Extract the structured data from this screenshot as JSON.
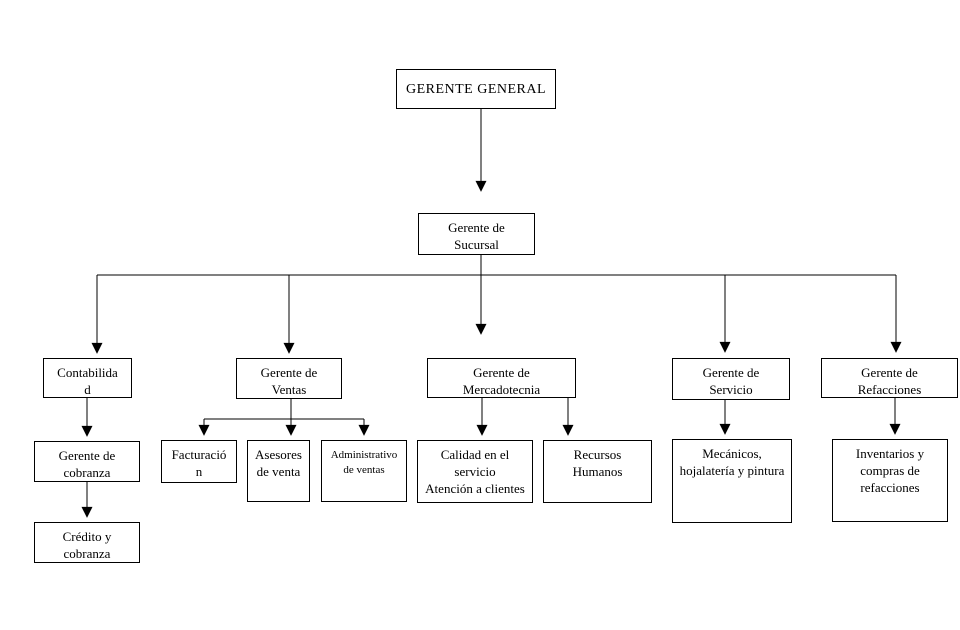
{
  "diagram": {
    "type": "org-chart",
    "language": "es",
    "colors": {
      "background": "#ffffff",
      "line": "#000000",
      "box_border": "#000000",
      "box_fill": "#ffffff",
      "text": "#000000"
    },
    "nodes": {
      "gerente_general": {
        "label": "GERENTE GENERAL"
      },
      "gerente_sucursal": {
        "label": "Gerente de\nSucursal"
      },
      "contabilidad": {
        "label": "Contabilida\nd"
      },
      "gerente_ventas": {
        "label": "Gerente de\nVentas"
      },
      "gerente_mercadotecnia": {
        "label": "Gerente de\nMercadotecnia"
      },
      "gerente_servicio": {
        "label": "Gerente de\nServicio"
      },
      "gerente_refacciones": {
        "label": "Gerente de\nRefacciones"
      },
      "gerente_cobranza": {
        "label": "Gerente de\ncobranza"
      },
      "credito_cobranza": {
        "label": "Crédito y\ncobranza"
      },
      "facturacion": {
        "label": "Facturació\nn"
      },
      "asesores_venta": {
        "label": "Asesores\nde venta"
      },
      "administrativo_ventas": {
        "label": "Administrativo\nde ventas"
      },
      "calidad_servicio": {
        "label": "Calidad en el\nservicio\nAtención a clientes"
      },
      "recursos_humanos": {
        "label": "Recursos\nHumanos"
      },
      "mecanicos": {
        "label": "Mecánicos,\nhojalatería y pintura"
      },
      "inventarios": {
        "label": "Inventarios y\ncompras de\nrefacciones"
      }
    },
    "hierarchy": [
      {
        "parent": "GERENTE GENERAL",
        "children": [
          "Gerente de Sucursal"
        ]
      },
      {
        "parent": "Gerente de Sucursal",
        "children": [
          "Contabilidad",
          "Gerente de Ventas",
          "Gerente de Mercadotecnia",
          "Gerente de Servicio",
          "Gerente de Refacciones"
        ]
      },
      {
        "parent": "Contabilidad",
        "children": [
          "Gerente de cobranza"
        ]
      },
      {
        "parent": "Gerente de cobranza",
        "children": [
          "Crédito y cobranza"
        ]
      },
      {
        "parent": "Gerente de Ventas",
        "children": [
          "Facturación",
          "Asesores de venta",
          "Administrativo de ventas"
        ]
      },
      {
        "parent": "Gerente de Mercadotecnia",
        "children": [
          "Calidad en el servicio Atención a clientes",
          "Recursos Humanos"
        ]
      },
      {
        "parent": "Gerente de Servicio",
        "children": [
          "Mecánicos, hojalatería y pintura"
        ]
      },
      {
        "parent": "Gerente de Refacciones",
        "children": [
          "Inventarios y compras de refacciones"
        ]
      }
    ]
  }
}
